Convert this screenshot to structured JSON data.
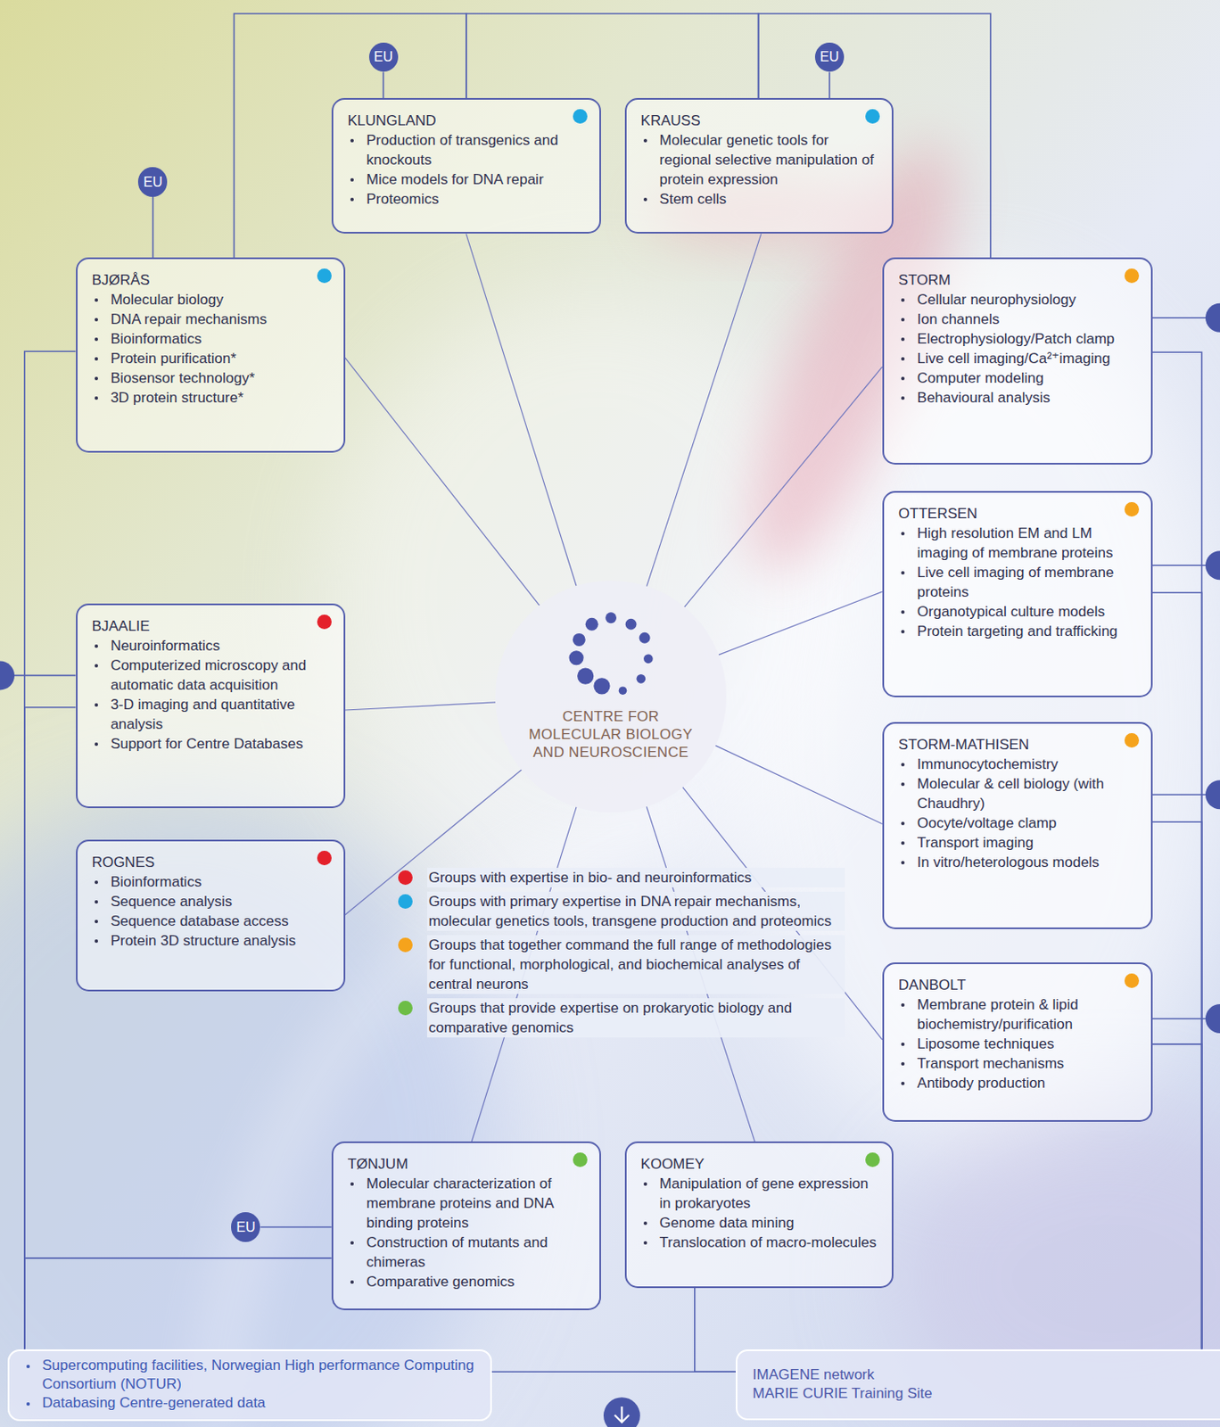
{
  "diagram": {
    "nodes": [
      {
        "text": [
          "EU"
        ]
      },
      {
        "text": [
          "EU"
        ]
      },
      {
        "text": [
          "KLUNGLAND",
          "Production of transgenics and knockouts",
          "Mice models for DNA repair",
          "Proteomics"
        ]
      },
      {
        "text": [
          "KRAUSS",
          "Molecular genetic tools for regional selective manipulation of protein expression",
          "Stem cells"
        ]
      },
      {
        "text": [
          "EU"
        ]
      },
      {
        "text": [
          "BJØRÅS",
          "Molecular biology",
          "DNA repair mechanisms",
          "Bioinformatics",
          "Protein purification*",
          "Biosensor technology*",
          "3D protein structure*"
        ]
      },
      {
        "text": [
          "STORM",
          "Cellular neurophysiology",
          "Ion channels",
          "Electrophysiology/Patch clamp",
          "Live cell imaging/Ca²⁺imaging",
          "Computer modeling",
          "Behavioural analysis"
        ]
      },
      {
        "text": [
          "CENTRE FOR MOLECULAR BIOLOGY AND NEUROSCIENCE"
        ]
      },
      {
        "text": [
          "OTTERSEN",
          "High resolution EM and LM imaging of membrane proteins",
          "Live cell imaging of membrane proteins",
          "Organotypical culture models",
          "Protein targeting and trafficking"
        ]
      },
      {
        "text": [
          "BJAALIE",
          "Neuroinformatics",
          "Computerized microscopy and automatic data acquisition",
          "3-D imaging and quantitative analysis",
          "Support for Centre Databases"
        ]
      },
      {
        "text": [
          "STORM-MATHISEN",
          "Immunocytochemistry",
          "Molecular & cell biology (with Chaudhry)",
          "Oocyte/voltage clamp",
          "Transport imaging",
          "In vitro/heterologous models"
        ]
      },
      {
        "text": [
          "ROGNES",
          "Bioinformatics",
          "Sequence analysis",
          "Sequence database access",
          "Protein 3D structure analysis"
        ]
      },
      {
        "text": [
          "DANBOLT",
          "Membrane protein & lipid biochemistry/purification",
          "Liposome techniques",
          "Transport mechanisms",
          "Antibody production"
        ]
      },
      {
        "text": [
          "TØNJUM",
          "Molecular characterization of membrane proteins and DNA binding proteins",
          "Construction of mutants and chimeras",
          "Comparative genomics"
        ]
      },
      {
        "text": [
          "EU"
        ]
      },
      {
        "text": [
          "KOOMEY",
          "Manipulation of gene expression in prokaryotes",
          "Genome data mining",
          "Translocation of macro-molecules"
        ]
      },
      {
        "text": [
          "Supercomputing facilities, Norwegian High performance Computing Consortium (NOTUR)",
          "Databasing Centre-generated data"
        ]
      },
      {
        "text": [
          "IMAGENE network",
          "MARIE CURIE Training Site"
        ]
      }
    ],
    "edges": [
      {
        "from": 0,
        "to": 2,
        "arrow": "none"
      },
      {
        "from": 1,
        "to": 3,
        "arrow": "none"
      },
      {
        "from": 4,
        "to": 5,
        "arrow": "none"
      },
      {
        "from": 5,
        "to": 2,
        "arrow": "none"
      },
      {
        "from": 2,
        "to": 3,
        "arrow": "none"
      },
      {
        "from": 3,
        "to": 6,
        "arrow": "none"
      },
      {
        "from": 7,
        "to": 5,
        "arrow": "none"
      },
      {
        "from": 7,
        "to": 2,
        "arrow": "none"
      },
      {
        "from": 7,
        "to": 3,
        "arrow": "none"
      },
      {
        "from": 7,
        "to": 6,
        "arrow": "none"
      },
      {
        "from": 7,
        "to": 8,
        "arrow": "none"
      },
      {
        "from": 7,
        "to": 10,
        "arrow": "none"
      },
      {
        "from": 7,
        "to": 12,
        "arrow": "none"
      },
      {
        "from": 7,
        "to": 15,
        "arrow": "none"
      },
      {
        "from": 7,
        "to": 13,
        "arrow": "none"
      },
      {
        "from": 7,
        "to": 11,
        "arrow": "none"
      },
      {
        "from": 7,
        "to": 9,
        "arrow": "none"
      },
      {
        "from": 5,
        "to": 16,
        "arrow": "none"
      },
      {
        "from": 9,
        "to": 16,
        "arrow": "none"
      },
      {
        "from": 13,
        "to": 16,
        "arrow": "none"
      },
      {
        "from": 14,
        "to": 13,
        "arrow": "none"
      },
      {
        "from": 6,
        "to": 17,
        "arrow": "none"
      },
      {
        "from": 8,
        "to": 17,
        "arrow": "none"
      },
      {
        "from": 10,
        "to": 17,
        "arrow": "none"
      },
      {
        "from": 12,
        "to": 17,
        "arrow": "none"
      },
      {
        "from": 16,
        "to": 17,
        "arrow": "none"
      },
      {
        "from": 15,
        "to": 17,
        "arrow": "none"
      }
    ],
    "legend": [
      {
        "text": "Groups with expertise in bio- and neuroinformatics",
        "color": "#e4202a"
      },
      {
        "text": "Groups with primary expertise in DNA repair mechanisms, molecular genetics tools, transgene production and proteomics",
        "color": "#1fa8e1"
      },
      {
        "text": "Groups that together command the full range of methodologies for functional, morphological, and biochemical analyses of central neurons",
        "color": "#f5a31c"
      },
      {
        "text": "Groups that provide expertise on prokaryotic biology and comparative genomics",
        "color": "#6dbd46"
      }
    ]
  }
}
